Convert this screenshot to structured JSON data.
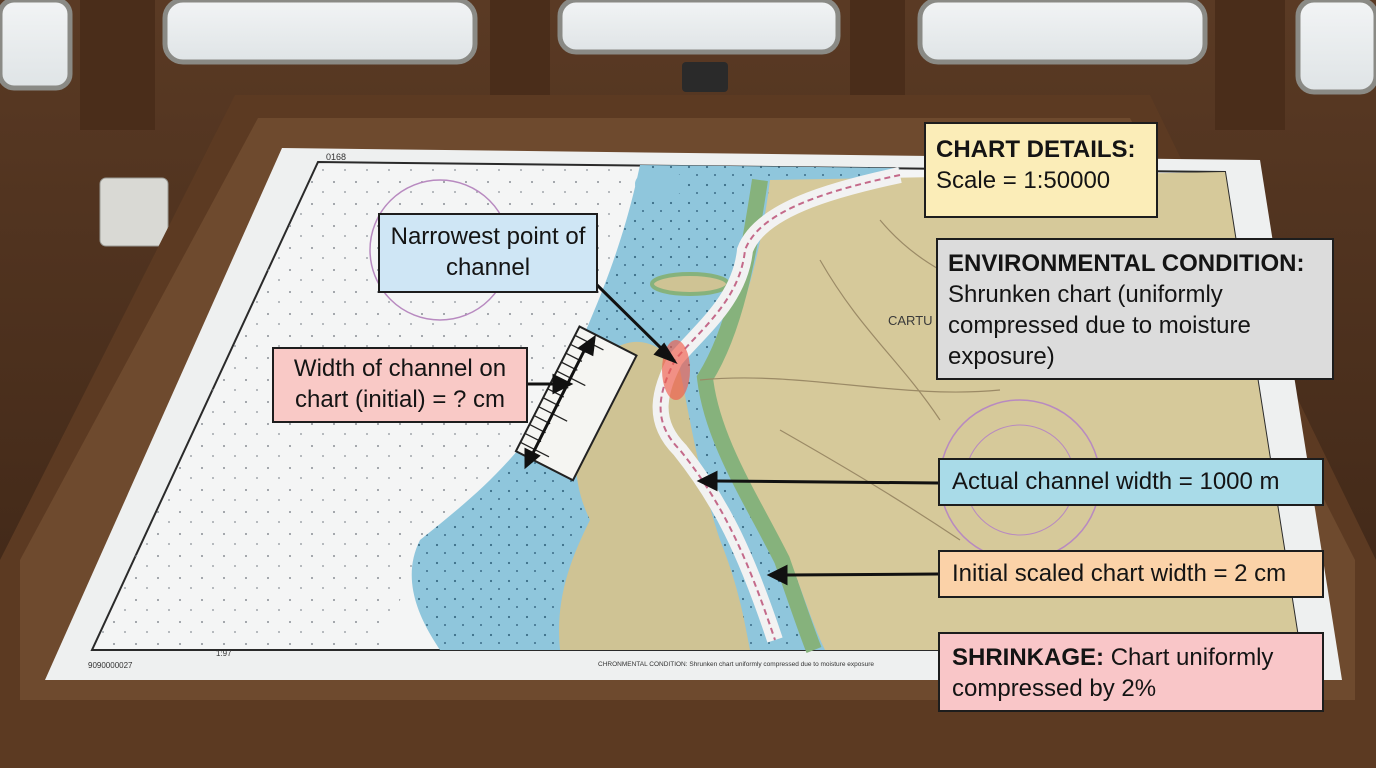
{
  "labels": {
    "narrowest": "Narrowest point of channel",
    "width_initial": "Width of channel on chart (initial) = ? cm",
    "chart_details_title": "CHART DETAILS:",
    "chart_details_scale": "Scale = 1:50000",
    "env_title": "ENVIRONMENTAL CONDITION:",
    "env_body": "Shrunken chart (uniformly compressed due to moisture exposure)",
    "actual_width": "Actual channel width = 1000 m",
    "initial_scaled": "Initial scaled chart width = 2 cm",
    "shrinkage_title": "SHRINKAGE:",
    "shrinkage_body": "Chart uniformly compressed by 2%"
  },
  "chart_text": {
    "corner_code": "0168",
    "place_name": "CARTU",
    "footer_left": "9090000027",
    "footer_mid": "1:97",
    "footer_note": "CHRONMENTAL CONDITION: Shrunken chart uniformly compressed due to moisture exposure"
  },
  "colors": {
    "chart_details_bg": "#fbedb8",
    "env_bg": "#dcdcdc",
    "narrowest_bg": "#cfe6f5",
    "width_bg": "#f9c9c6",
    "actual_bg": "#a9dbe8",
    "initial_bg": "#fbd2a8",
    "shrinkage_bg": "#f9c6c8",
    "land": "#d6c99a",
    "shallow_water": "#8fc6dc",
    "paper": "#eef0f0"
  }
}
